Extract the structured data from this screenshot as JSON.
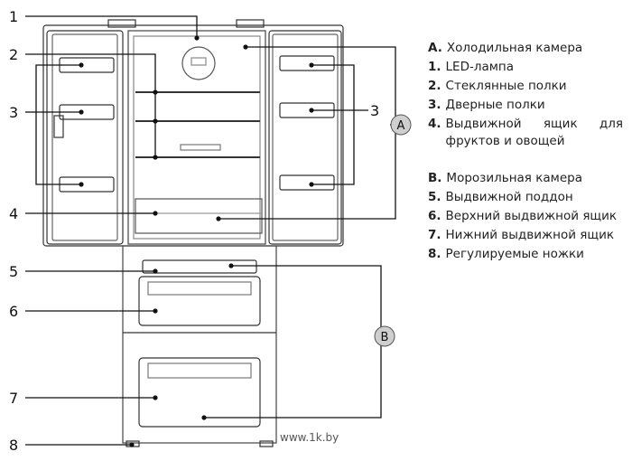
{
  "callouts": {
    "n1": "1",
    "n2": "2",
    "n3_left": "3",
    "n3_right": "3",
    "n4": "4",
    "n5": "5",
    "n6": "6",
    "n7": "7",
    "n8": "8",
    "section_a": "A",
    "section_b": "B"
  },
  "legend": {
    "group_a": [
      {
        "key": "A.",
        "text": "Холодильная камера"
      },
      {
        "key": "1.",
        "text": "LED-лампа"
      },
      {
        "key": "2.",
        "text": "Стеклянные полки"
      },
      {
        "key": "3.",
        "text": "Дверные полки"
      },
      {
        "key": "4.",
        "text": "Выдвижной ящик для фруктов и овощей"
      }
    ],
    "group_b": [
      {
        "key": "B.",
        "text": "Морозильная камера"
      },
      {
        "key": "5.",
        "text": "Выдвижной поддон"
      },
      {
        "key": "6.",
        "text": "Верхний выдвижной ящик"
      },
      {
        "key": "7.",
        "text": "Нижний выдвижной ящик"
      },
      {
        "key": "8.",
        "text": "Регулируемые ножки"
      }
    ]
  },
  "watermark": "www.1k.by"
}
